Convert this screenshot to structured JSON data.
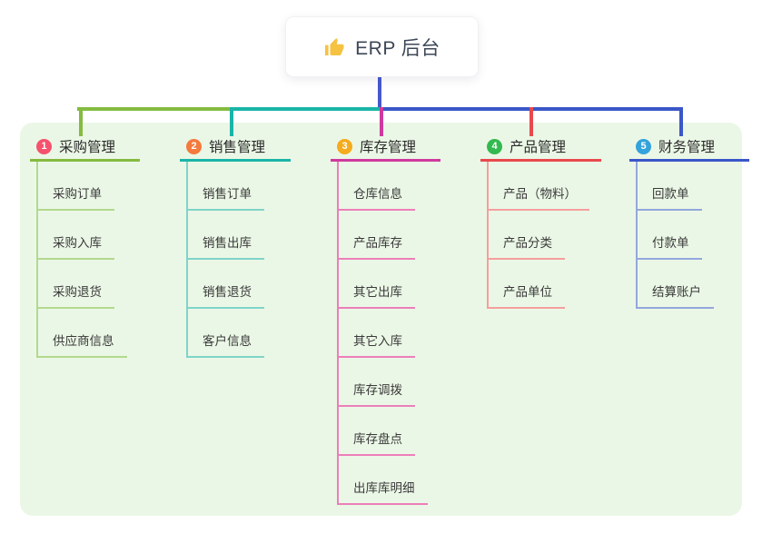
{
  "root": {
    "title": "ERP 后台",
    "icon": "thumbs-up-icon"
  },
  "branches": [
    {
      "index": "1",
      "label": "采购管理",
      "badge_color": "#f4526d",
      "line_color": "#84bb40",
      "child_line_color": "#b2d98e",
      "children": [
        "采购订单",
        "采购入库",
        "采购退货",
        "供应商信息"
      ]
    },
    {
      "index": "2",
      "label": "销售管理",
      "badge_color": "#f57a3d",
      "line_color": "#1ab5a8",
      "child_line_color": "#7fd4c9",
      "children": [
        "销售订单",
        "销售出库",
        "销售退货",
        "客户信息"
      ]
    },
    {
      "index": "3",
      "label": "库存管理",
      "badge_color": "#f5ab1e",
      "line_color": "#cf3a9d",
      "child_line_color": "#ec7fba",
      "children": [
        "仓库信息",
        "产品库存",
        "其它出库",
        "其它入库",
        "库存调拨",
        "库存盘点",
        "出库库明细"
      ]
    },
    {
      "index": "4",
      "label": "产品管理",
      "badge_color": "#33b94f",
      "line_color": "#e8494d",
      "child_line_color": "#f49f9f",
      "children": [
        "产品（物料）",
        "产品分类",
        "产品单位"
      ]
    },
    {
      "index": "5",
      "label": "财务管理",
      "badge_color": "#33a3dc",
      "line_color": "#3a57c8",
      "child_line_color": "#93a7dd",
      "children": [
        "回款单",
        "付款单",
        "结算账户"
      ]
    }
  ],
  "colors": {
    "trunk": "#4758cc",
    "panel_bg": "#ebf7e6",
    "root_icon": "#f5c242"
  }
}
